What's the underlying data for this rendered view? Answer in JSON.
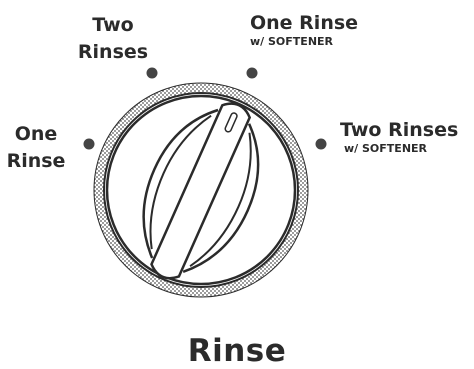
{
  "control": {
    "title": "Rinse",
    "options": [
      {
        "line1": "Two",
        "line2": "Rinses"
      },
      {
        "line1": "One",
        "line2": "Rinse"
      },
      {
        "line1": "One Rinse",
        "line2": "w/ SOFTENER"
      },
      {
        "line1": "Two Rinses",
        "line2": "w/ SOFTENER"
      }
    ]
  },
  "colors": {
    "ink": "#2b2b2b",
    "knob_fill": "#ffffff",
    "dot": "#444444"
  },
  "icons": {
    "knob": "rotary-dial-icon",
    "indicator": "position-dot-icon"
  }
}
